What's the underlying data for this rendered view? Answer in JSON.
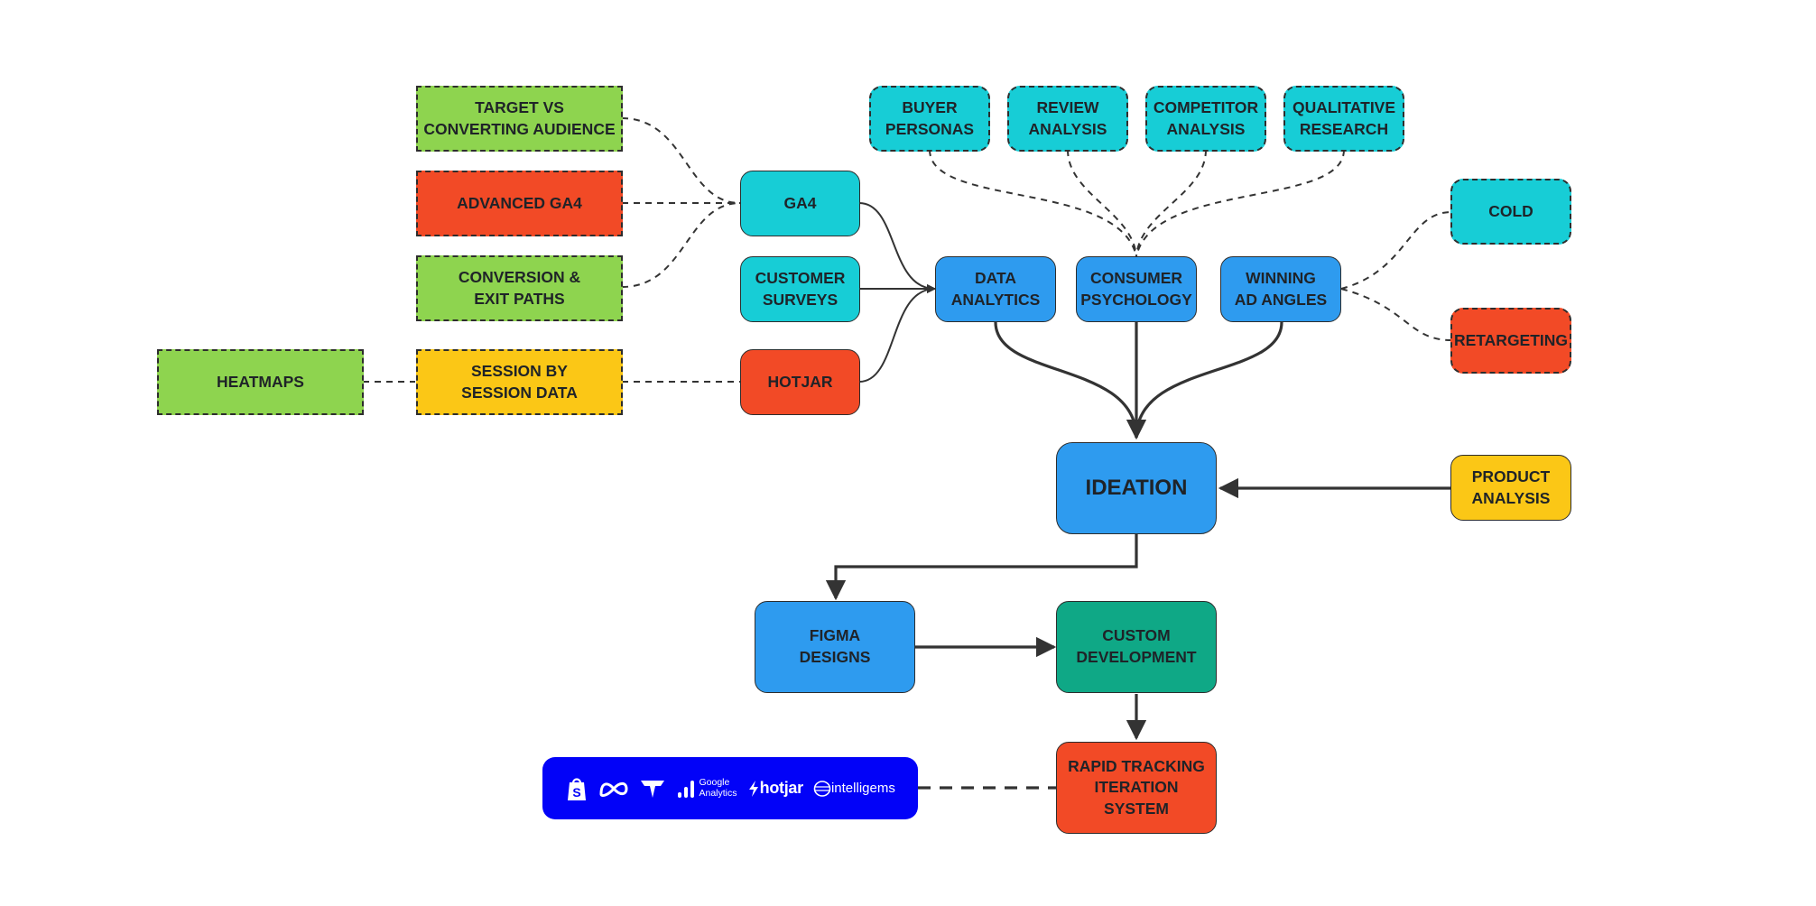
{
  "colors": {
    "teal": "#17cdd6",
    "blue": "#2e9bef",
    "red": "#f24a26",
    "green": "#8ed44f",
    "yellow": "#fbc716",
    "emerald": "#0fa886",
    "logo_bar": "#0202f8",
    "line": "#333333"
  },
  "nodes": {
    "target_vs_converting": "TARGET VS\nCONVERTING AUDIENCE",
    "advanced_ga4": "ADVANCED GA4",
    "conversion_exit_paths": "CONVERSION &\nEXIT PATHS",
    "heatmaps": "HEATMAPS",
    "session_by_session": "SESSION BY\nSESSION DATA",
    "ga4": "GA4",
    "customer_surveys": "CUSTOMER\nSURVEYS",
    "hotjar": "HOTJAR",
    "buyer_personas": "BUYER\nPERSONAS",
    "review_analysis": "REVIEW\nANALYSIS",
    "competitor_analysis": "COMPETITOR\nANALYSIS",
    "qualitative_research": "QUALITATIVE\nRESEARCH",
    "data_analytics": "DATA\nANALYTICS",
    "consumer_psychology": "CONSUMER\nPSYCHOLOGY",
    "winning_ad_angles": "WINNING\nAD ANGLES",
    "cold": "COLD",
    "retargeting": "RETARGETING",
    "ideation": "IDEATION",
    "product_analysis": "PRODUCT\nANALYSIS",
    "figma_designs": "FIGMA\nDESIGNS",
    "custom_development": "CUSTOM\nDEVELOPMENT",
    "rapid_tracking": "RAPID TRACKING\nITERATION SYSTEM"
  },
  "logos": {
    "icons": [
      "shopify-icon",
      "meta-icon",
      "triple-whale-icon",
      "google-analytics-icon",
      "hotjar-icon",
      "intelligems-icon"
    ],
    "google_analytics": "Google\nAnalytics",
    "hotjar": "hotjar",
    "intelligems": "intelligems"
  }
}
